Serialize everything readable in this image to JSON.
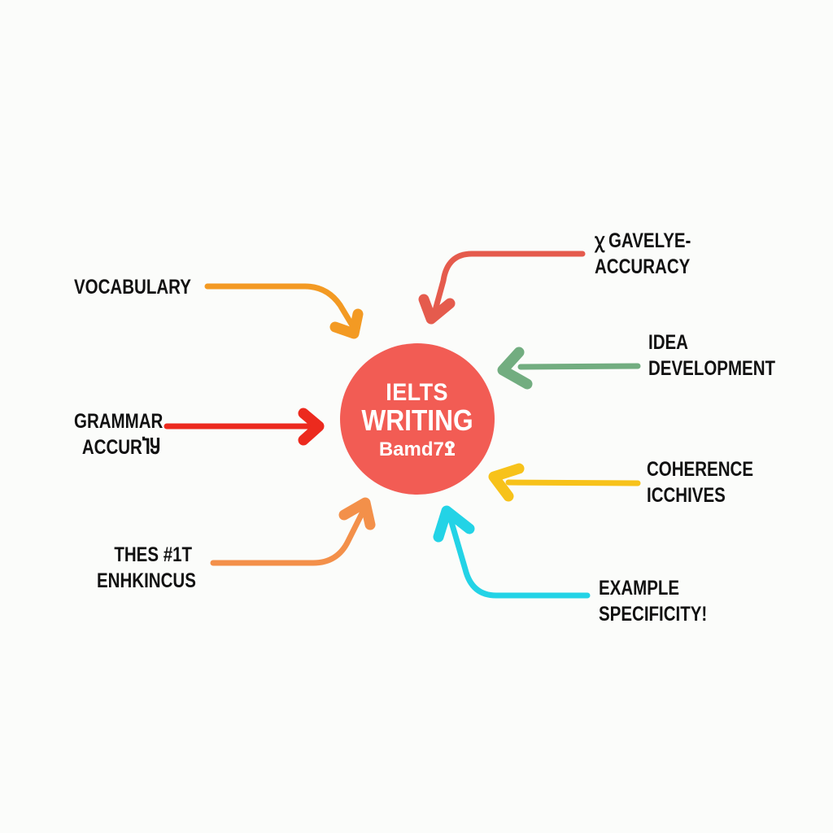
{
  "diagram": {
    "type": "hub-and-spoke",
    "background": "#fbfcfa",
    "hub": {
      "line1": "IELTS",
      "line2": "WRITING",
      "line3": "Bamdߐ7",
      "color": "#f25c54",
      "text_color": "#ffffff"
    },
    "nodes": [
      {
        "id": "vocabulary",
        "lines": [
          "VOCABULARY"
        ],
        "arrow_color": "#f39a23",
        "side": "left"
      },
      {
        "id": "grammar",
        "lines": [
          "GRAMMAR",
          "ACCURႨႸ"
        ],
        "arrow_color": "#ec2a1e",
        "side": "left"
      },
      {
        "id": "thesis",
        "lines": [
          "THES #1T",
          "ENHKINCUS"
        ],
        "arrow_color": "#f3904a",
        "side": "left"
      },
      {
        "id": "gavelye",
        "lines": [
          "ꭓ GAVELYE-",
          "ACCURACY"
        ],
        "arrow_color": "#e55b4d",
        "side": "right"
      },
      {
        "id": "idea",
        "lines": [
          "IDEA",
          "DEVELOPMENT"
        ],
        "arrow_color": "#72ad80",
        "side": "right"
      },
      {
        "id": "coherence",
        "lines": [
          "COHERENCE",
          "ICCHIVES"
        ],
        "arrow_color": "#f7c21a",
        "side": "right"
      },
      {
        "id": "example",
        "lines": [
          "EXAMPLE",
          "SPECIFICITY!"
        ],
        "arrow_color": "#23d3e6",
        "side": "right"
      }
    ]
  }
}
